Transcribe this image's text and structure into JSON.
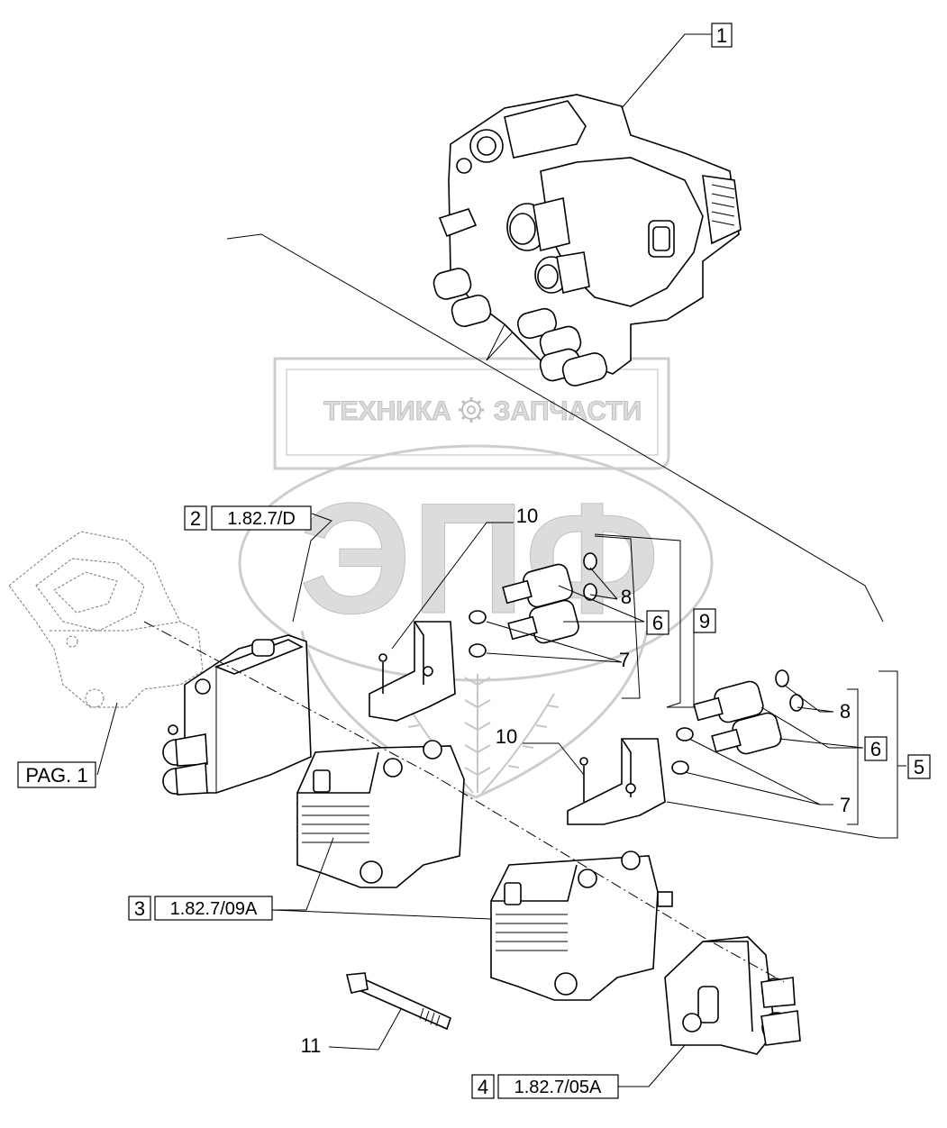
{
  "watermark": {
    "top_text_left": "ТЕХНИКА",
    "top_text_right": "ЗАПЧАСТИ",
    "logo": "ЭПФ",
    "gear_icon": "gear-icon"
  },
  "callouts": {
    "c1": "1",
    "c2": "2",
    "c2_ref": "1.82.7/D",
    "c3": "3",
    "c3_ref": "1.82.7/09A",
    "c4": "4",
    "c4_ref": "1.82.7/05A",
    "c5": "5",
    "c6a": "6",
    "c6b": "6",
    "c7a": "7",
    "c7b": "7",
    "c8a": "8",
    "c8b": "8",
    "c9": "9",
    "c10a": "10",
    "c10b": "10",
    "c11": "11",
    "page_ref": "PAG. 1"
  }
}
